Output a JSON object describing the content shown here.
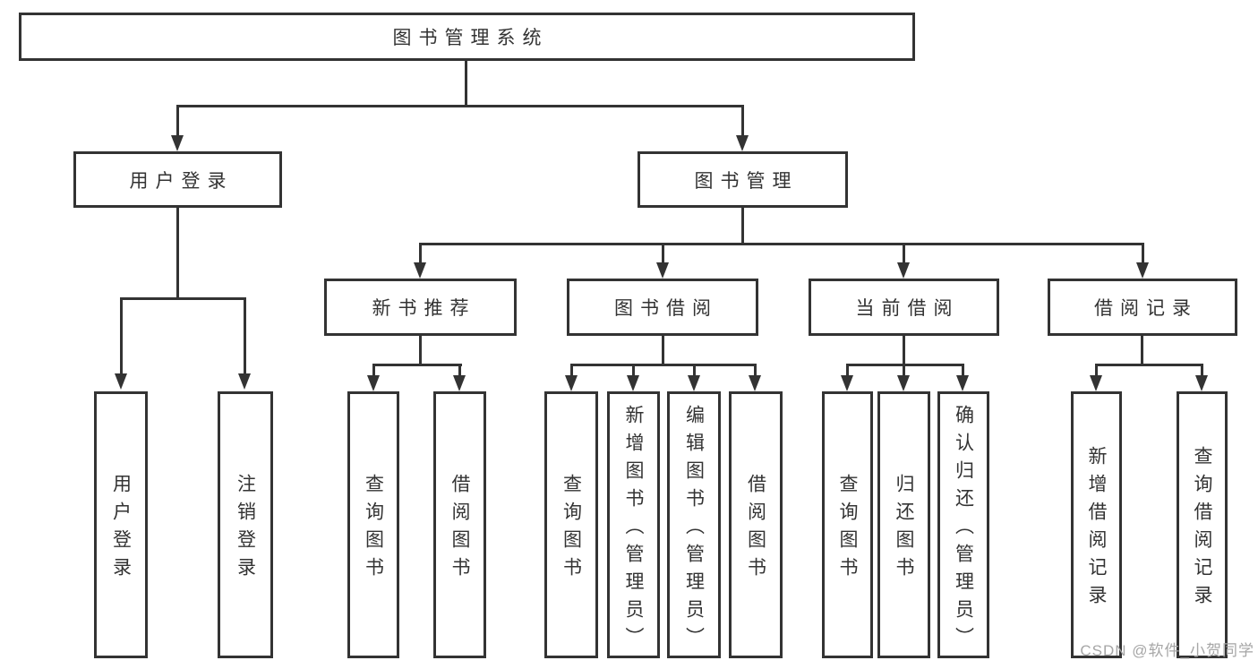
{
  "diagram_title": "图书管理系统",
  "tree": {
    "label": "图书管理系统",
    "children": [
      {
        "label": "用户登录",
        "children": [
          {
            "label": "用户登录"
          },
          {
            "label": "注销登录"
          }
        ]
      },
      {
        "label": "图书管理",
        "children": [
          {
            "label": "新书推荐",
            "children": [
              {
                "label": "查询图书"
              },
              {
                "label": "借阅图书"
              }
            ]
          },
          {
            "label": "图书借阅",
            "children": [
              {
                "label": "查询图书"
              },
              {
                "label": "新增图书（管理员）"
              },
              {
                "label": "编辑图书（管理员）"
              },
              {
                "label": "借阅图书"
              }
            ]
          },
          {
            "label": "当前借阅",
            "children": [
              {
                "label": "查询图书"
              },
              {
                "label": "归还图书"
              },
              {
                "label": "确认归还（管理员）"
              }
            ]
          },
          {
            "label": "借阅记录",
            "children": [
              {
                "label": "新增借阅记录"
              },
              {
                "label": "查询借阅记录"
              }
            ]
          }
        ]
      }
    ]
  },
  "watermark": {
    "text": "CSDN @软件_小贺同学"
  },
  "colors": {
    "line": "#333333",
    "text": "#333333",
    "box_background": "#ffffff",
    "page_background": "#ffffff",
    "watermark": "#a6a6a6"
  }
}
